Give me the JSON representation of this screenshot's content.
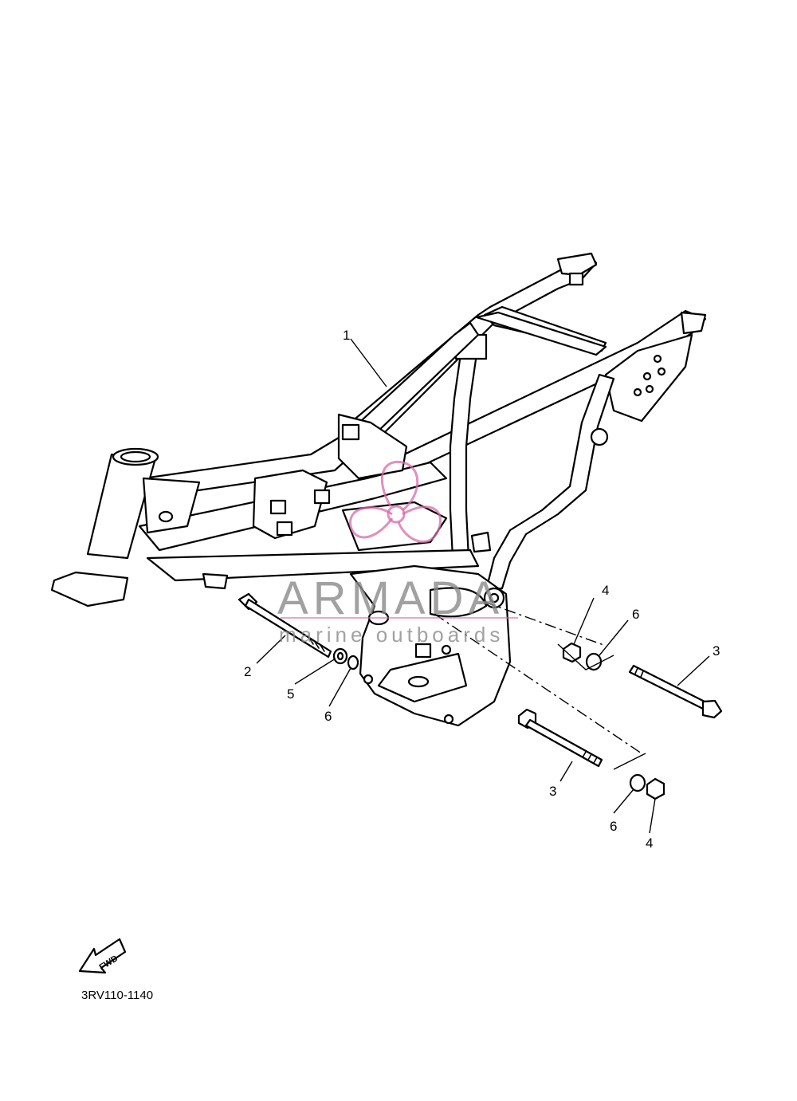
{
  "callouts": {
    "c1": "1",
    "c2": "2",
    "c3a": "3",
    "c3b": "3",
    "c4a": "4",
    "c4b": "4",
    "c5": "5",
    "c6a": "6",
    "c6b": "6",
    "c6c": "6"
  },
  "fwd_label": "FWD",
  "diagram_code": "3RV110-1140",
  "watermark": {
    "brand": "ARMADA",
    "tagline": "marine outboards",
    "color": "#d86aa8"
  }
}
